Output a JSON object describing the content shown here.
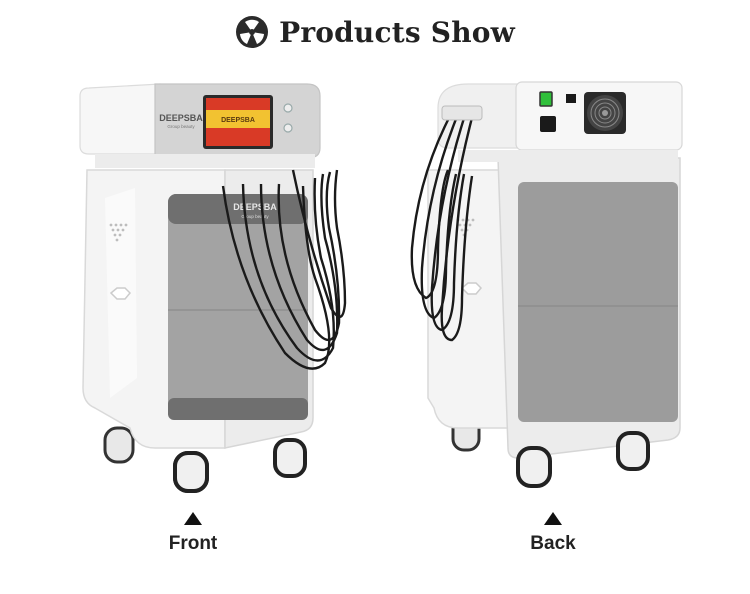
{
  "header": {
    "title": "Products Show",
    "icon": "radiation-icon"
  },
  "front": {
    "label": "Front",
    "brand": "DEEPSBA",
    "brand_sub": "Group beauty",
    "screen_brand": "DEEPSBA",
    "panel_brand": "DEEPSBA",
    "panel_sub": "Group beauty"
  },
  "back": {
    "label": "Back"
  },
  "colors": {
    "screen_red": "#d93a26",
    "screen_yellow": "#f2c231",
    "panel_dark": "#6f6f6f",
    "panel_mid": "#9c9c9c",
    "body_white": "#f4f4f4",
    "switch_green": "#2fbf3a"
  }
}
